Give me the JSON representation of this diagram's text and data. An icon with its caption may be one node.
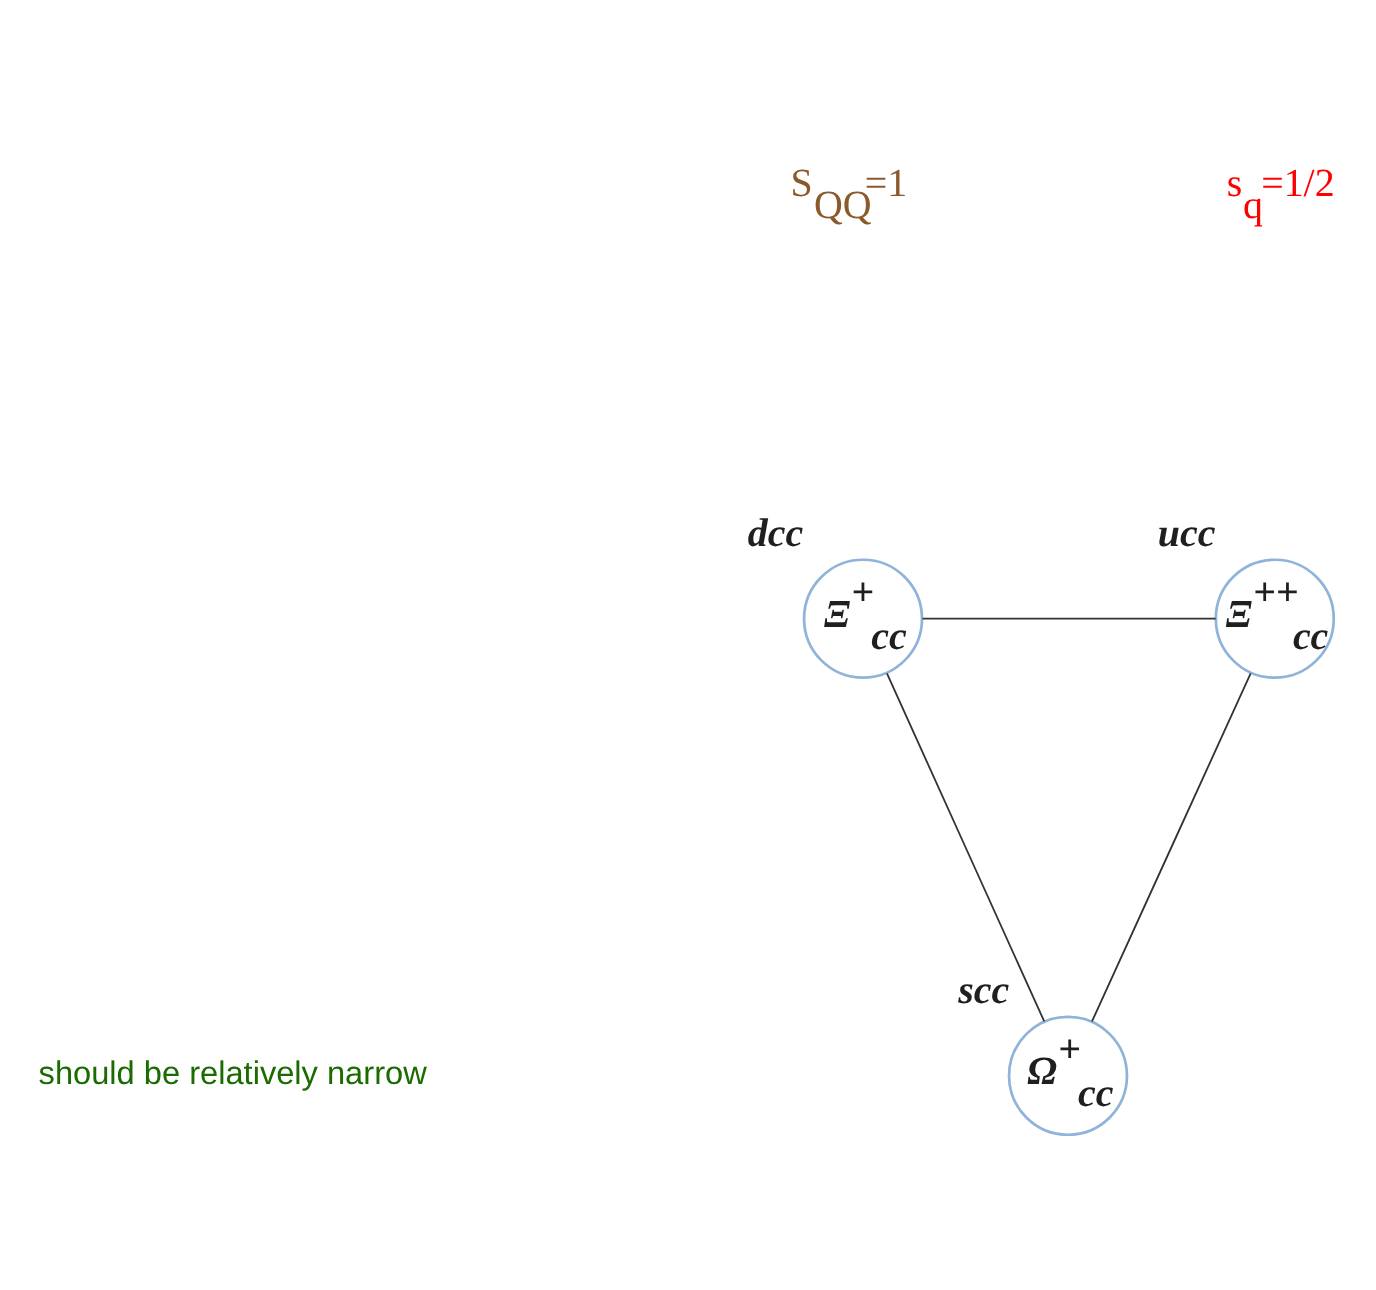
{
  "diagram": {
    "nodes": [
      {
        "text": [
          "Ξ$^{+}$$_{cc}$"
        ],
        "beside": [
          "dcc"
        ]
      },
      {
        "text": [
          "Ξ$^{++}$$_{cc}$"
        ],
        "beside": [
          "ucc"
        ]
      },
      {
        "text": [
          "Ω$^{+}$$_{cc}$"
        ],
        "beside": [
          "scc"
        ]
      }
    ],
    "edges": [
      {
        "from": 0,
        "to": 1,
        "arrow": "none"
      },
      {
        "from": 1,
        "to": 2,
        "arrow": "none"
      },
      {
        "from": 2,
        "to": 0,
        "arrow": "none"
      }
    ],
    "labels": [
      "S$_{QQ}$=1",
      "s$_{q}$=1/2",
      "should be relatively narrow"
    ]
  }
}
